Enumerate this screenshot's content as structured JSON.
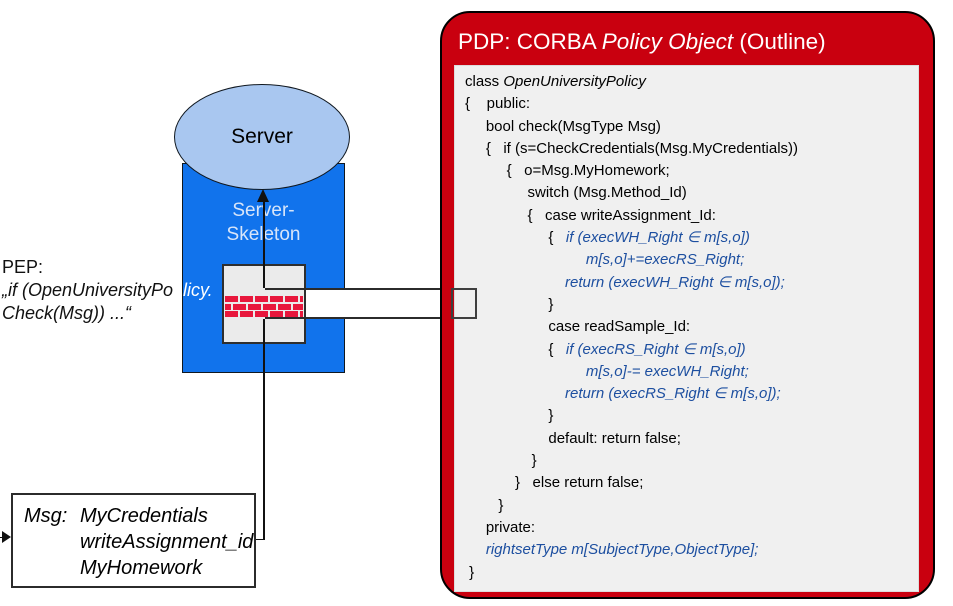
{
  "pep": {
    "title": "PEP:",
    "code_dark": "„if (OpenUniversityPo",
    "code_light": "licy.",
    "code_line2": "Check(Msg)) ...“"
  },
  "server": {
    "label": "Server",
    "skeleton_line1": "Server-",
    "skeleton_line2": "Skeleton"
  },
  "msg_box": {
    "label": "Msg:",
    "items": [
      "MyCredentials",
      "writeAssignment_id",
      "MyHomework"
    ]
  },
  "pdp": {
    "title_pre": "PDP: CORBA ",
    "title_italic": "Policy Object",
    "title_post": " (Outline)",
    "code_lines": [
      [
        {
          "t": "class ",
          "s": "p"
        },
        {
          "t": "OpenUniversityPolicy",
          "s": "i"
        }
      ],
      [
        {
          "t": "{    public:",
          "s": "p"
        }
      ],
      [
        {
          "t": "     bool check(MsgType Msg)",
          "s": "p"
        }
      ],
      [
        {
          "t": "     {   if (s=CheckCredentials(Msg.MyCredentials))",
          "s": "p"
        }
      ],
      [
        {
          "t": "          {   o=Msg.MyHomework;",
          "s": "p"
        }
      ],
      [
        {
          "t": "               switch (Msg.Method_Id)",
          "s": "p"
        }
      ],
      [
        {
          "t": "               {   case writeAssignment_Id:",
          "s": "p"
        }
      ],
      [
        {
          "t": "                    {   ",
          "s": "p"
        },
        {
          "t": "if (execWH_Right ∈ m[s,o])",
          "s": "b"
        }
      ],
      [
        {
          "t": "                             ",
          "s": "p"
        },
        {
          "t": "m[s,o]+=execRS_Right;",
          "s": "b"
        }
      ],
      [
        {
          "t": "                        ",
          "s": "p"
        },
        {
          "t": "return (execWH_Right ∈ m[s,o]);",
          "s": "b"
        }
      ],
      [
        {
          "t": "                    }",
          "s": "p"
        }
      ],
      [
        {
          "t": "                    case readSample_Id:",
          "s": "p"
        }
      ],
      [
        {
          "t": "                    {   ",
          "s": "p"
        },
        {
          "t": "if (execRS_Right ∈ m[s,o])",
          "s": "b"
        }
      ],
      [
        {
          "t": "                             ",
          "s": "p"
        },
        {
          "t": "m[s,o]-= execWH_Right;",
          "s": "b"
        }
      ],
      [
        {
          "t": "                        ",
          "s": "p"
        },
        {
          "t": "return (execRS_Right ∈ m[s,o]);",
          "s": "b"
        }
      ],
      [
        {
          "t": "                    }",
          "s": "p"
        }
      ],
      [
        {
          "t": "                    default: return false;",
          "s": "p"
        }
      ],
      [
        {
          "t": "                }",
          "s": "p"
        }
      ],
      [
        {
          "t": "            }   else return false;",
          "s": "p"
        }
      ],
      [
        {
          "t": "        }",
          "s": "p"
        }
      ],
      [
        {
          "t": "     private:",
          "s": "p"
        }
      ],
      [
        {
          "t": "     ",
          "s": "p"
        },
        {
          "t": "rightsetType m[SubjectType,ObjectType];",
          "s": "b"
        }
      ],
      [
        {
          "t": " }",
          "s": "p"
        }
      ]
    ]
  },
  "colors": {
    "pdp_red": "#c9000f",
    "skeleton_blue": "#1173ec",
    "server_ellipse_blue": "#a9c7f0",
    "code_blue": "#1d4fa0",
    "brick_red": "#e8173c",
    "code_panel_gray": "#f0f0f0"
  }
}
